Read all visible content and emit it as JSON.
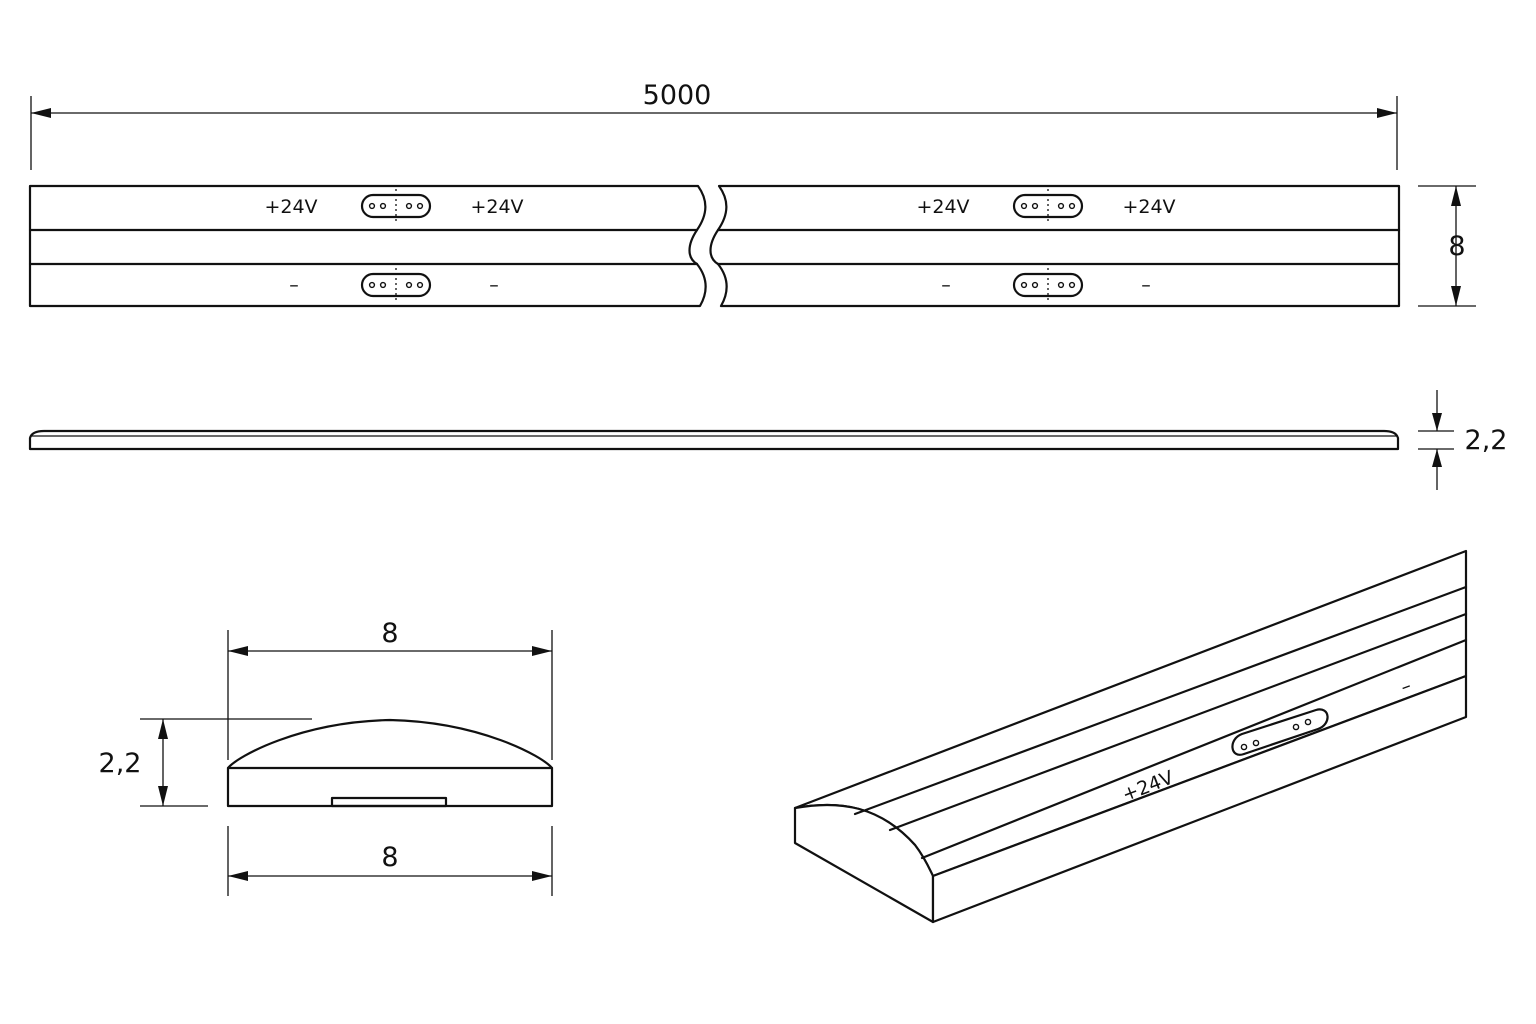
{
  "dimensions": {
    "total_length": "5000",
    "strip_width": "8",
    "strip_height": "2,2",
    "section_top_width": "8",
    "section_height": "2,2",
    "section_bottom_width": "8"
  },
  "top_view": {
    "left_segment": {
      "plus_left": "+24V",
      "plus_right": "+24V",
      "minus_left": "–",
      "minus_right": "–"
    },
    "right_segment": {
      "plus_left": "+24V",
      "plus_right": "+24V",
      "minus_left": "–",
      "minus_right": "–"
    }
  },
  "isometric_view": {
    "plus_label": "+24V",
    "minus_label": "–"
  },
  "colors": {
    "line": "#111111",
    "background": "#ffffff"
  }
}
